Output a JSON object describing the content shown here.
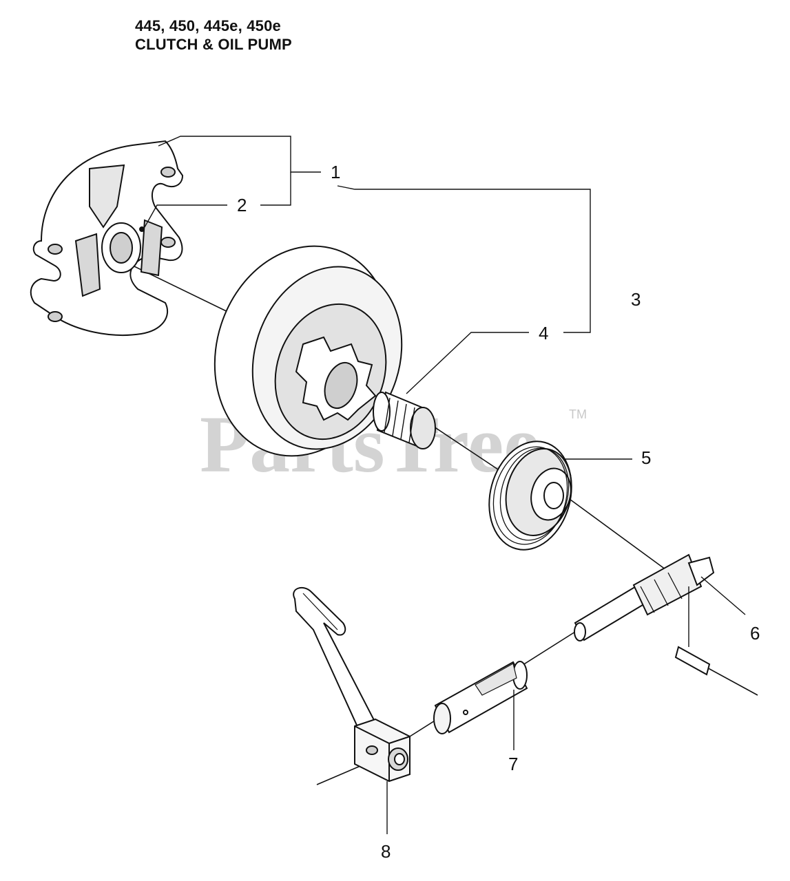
{
  "header": {
    "models": "445, 450, 445e, 450e",
    "section": "CLUTCH & OIL PUMP"
  },
  "watermark": {
    "brand": "PartsTree",
    "trademark": "TM"
  },
  "callouts": [
    "1",
    "2",
    "3",
    "4",
    "5",
    "6",
    "7",
    "8"
  ],
  "colors": {
    "line": "#111111",
    "watermark": "#d3d3d3",
    "part_fill": "#ffffff",
    "part_shade": "#cfcfcf"
  }
}
